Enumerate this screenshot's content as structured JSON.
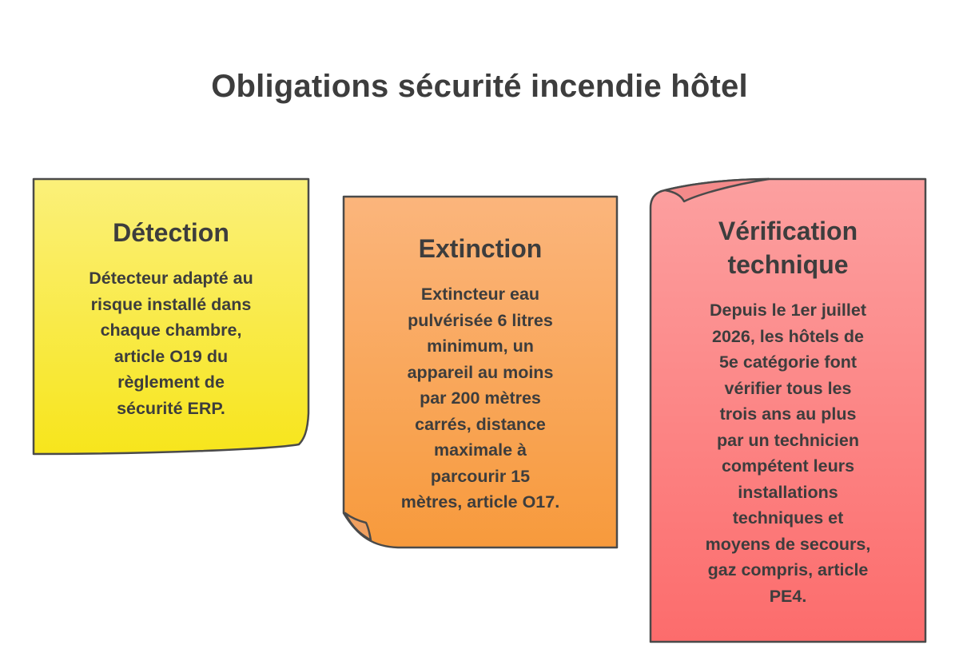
{
  "title": "Obligations sécurité incendie hôtel",
  "colors": {
    "text": "#3d3d3d",
    "outline": "#4a4a4a",
    "yellow_top": "#fbf07a",
    "yellow_bottom": "#f7e51c",
    "orange_top": "#fbb57c",
    "orange_bottom": "#f79a3c",
    "red_top": "#fca0a0",
    "red_bottom": "#fc6c6c"
  },
  "notes": [
    {
      "heading": "Détection",
      "body": "Détecteur adapté au\nrisque installé dans\nchaque chambre,\narticle O19 du\nrèglement de\nsécurité ERP."
    },
    {
      "heading": "Extinction",
      "body": "Extincteur eau\npulvérisée 6 litres\nminimum, un\nappareil au moins\npar 200 mètres\ncarrés, distance\nmaximale à\nparcourir 15\nmètres, article O17."
    },
    {
      "heading": "Vérification\ntechnique",
      "body": "Depuis le 1er juillet\n2026, les hôtels de\n5e catégorie font\nvérifier tous les\ntrois ans au plus\npar un technicien\ncompétent leurs\ninstallations\ntechniques et\nmoyens de secours,\ngaz compris, article\nPE4."
    }
  ]
}
